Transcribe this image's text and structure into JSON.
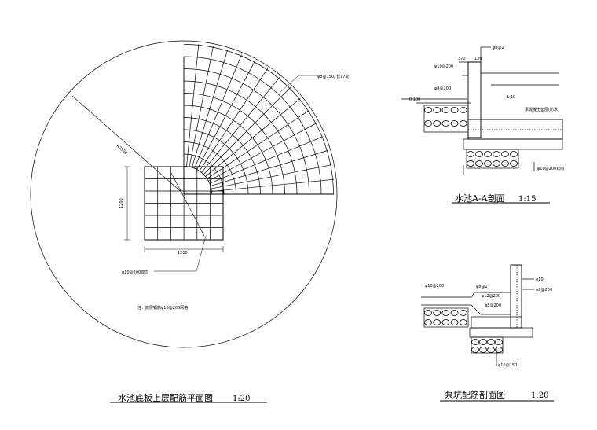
{
  "plan": {
    "title": "水池底板上层配筋平面图",
    "scale": "1:20",
    "radius_dim": "R2530",
    "rebar_top": "φ8@150, 长17处",
    "rebar_grid": "φ10@200双向",
    "pit_width": "1200",
    "pit_height": "1200",
    "note": "注：底层钢筋φ10@200网格"
  },
  "section_aa": {
    "title": "水池A-A剖面",
    "scale": "1:15",
    "labels": {
      "top_rebar": "φ8@2",
      "left_rebar": "φ10@200",
      "dim_a": "370",
      "dim_b": "120",
      "elev": "0.100",
      "mid_rebar": "φ8@200",
      "right_note": "素混凝土垫层(防水)",
      "bottom_rebar": "φ10@200双向",
      "small_a": "1:10"
    }
  },
  "section_pump": {
    "title": "泵坑配筋剖面图",
    "scale": "1:20",
    "labels": {
      "left_top": "φ10@200",
      "mid_top": "φ8@2",
      "mid2": "φ12@200",
      "mid3": "φ8@200",
      "right_a": "φ10",
      "right_b": "φ8@200",
      "bottom": "φ10@150"
    }
  }
}
